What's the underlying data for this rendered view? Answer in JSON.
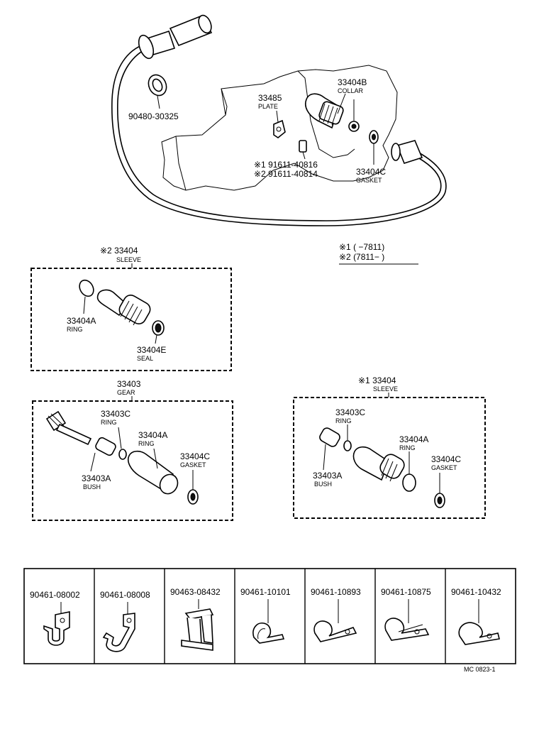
{
  "top": {
    "labels": [
      {
        "id": "grommet",
        "num": "90480-30325",
        "sub": ""
      },
      {
        "id": "plate",
        "num": "33485",
        "sub": "PLATE"
      },
      {
        "id": "collar",
        "num": "33404B",
        "sub": "COLLAR"
      },
      {
        "id": "bolt1",
        "num": "※1 91611-40816",
        "sub": ""
      },
      {
        "id": "bolt2",
        "num": "※2 91611-40814",
        "sub": ""
      },
      {
        "id": "gasket",
        "num": "33404C",
        "sub": "GASKET"
      }
    ],
    "legend": [
      "※1 (        −7811)",
      "※2 (7811−        )"
    ]
  },
  "boxes": {
    "sleeve2": {
      "title_num": "※2 33404",
      "title_sub": "SLEEVE",
      "labels": [
        {
          "num": "33404A",
          "sub": "RING"
        },
        {
          "num": "33404E",
          "sub": "SEAL"
        }
      ]
    },
    "gear": {
      "title_num": "33403",
      "title_sub": "GEAR",
      "labels": [
        {
          "num": "33403C",
          "sub": "RING"
        },
        {
          "num": "33404A",
          "sub": "RING"
        },
        {
          "num": "33404C",
          "sub": "GASKET"
        },
        {
          "num": "33403A",
          "sub": "BUSH"
        }
      ]
    },
    "sleeve1": {
      "title_num": "※1 33404",
      "title_sub": "SLEEVE",
      "labels": [
        {
          "num": "33403C",
          "sub": "RING"
        },
        {
          "num": "33404A",
          "sub": "RING"
        },
        {
          "num": "33404C",
          "sub": "GASKET"
        },
        {
          "num": "33403A",
          "sub": "BUSH"
        }
      ]
    }
  },
  "clamps": [
    "90461-08002",
    "90461-08008",
    "90463-08432",
    "90461-10101",
    "90461-10893",
    "90461-10875",
    "90461-10432"
  ],
  "footer_code": "MC 0823-1"
}
